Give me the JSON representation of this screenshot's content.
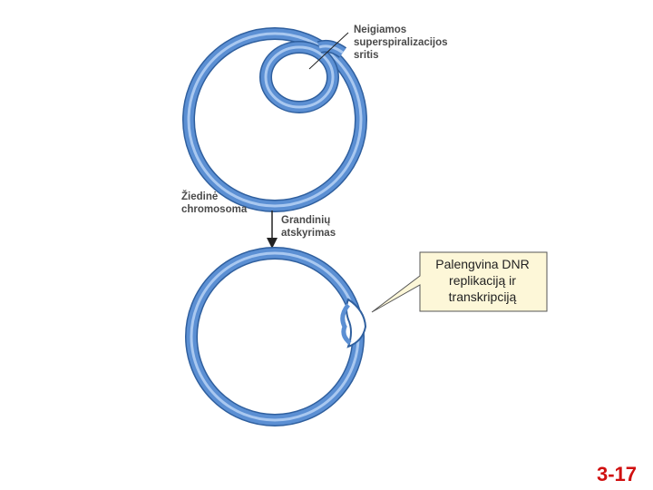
{
  "labels": {
    "supercoil_region": [
      "Neigiamos",
      "superspiralizacijos",
      "sritis"
    ],
    "circular_chromosome": [
      "Žiedinė",
      "chromosoma"
    ],
    "strand_separation": [
      "Grandinių",
      "atskyrimas"
    ]
  },
  "callout": [
    "Palengvina DNR",
    "replikaciją ir",
    "transkripciją"
  ],
  "page_number": "3-17",
  "colors": {
    "dna_ring": "#5b8fd3",
    "dna_ring_highlight": "#a9c8f0",
    "dna_ring_edge": "#2f5f9e",
    "callout_fill": "#fdf7d8",
    "page_number": "#d01010"
  }
}
